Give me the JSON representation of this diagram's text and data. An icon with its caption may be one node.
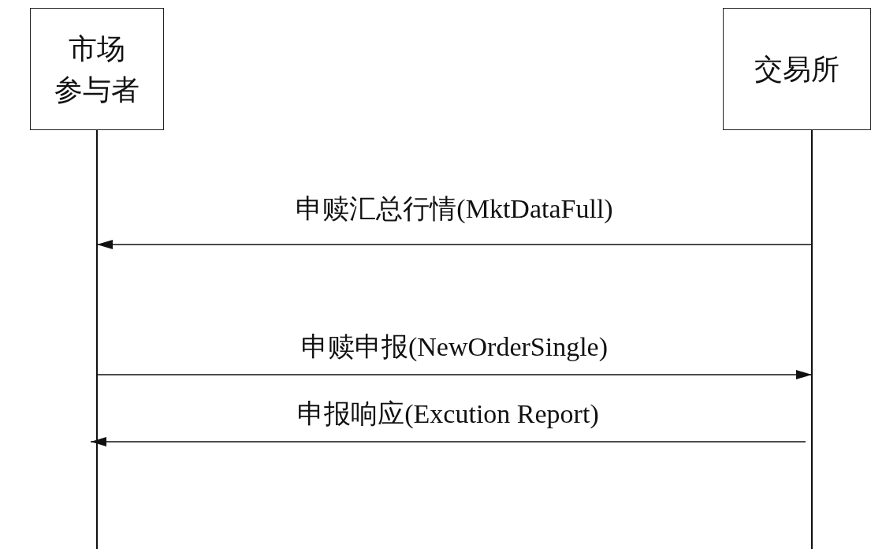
{
  "diagram": {
    "nodes": [
      {
        "text": [
          "市场参与者"
        ]
      },
      {
        "text": [
          "交易所"
        ]
      }
    ],
    "edges": [
      {
        "from": 1,
        "to": 0,
        "arrow": "to",
        "label": "申赎汇总行情(MktDataFull)"
      },
      {
        "from": 0,
        "to": 1,
        "arrow": "to",
        "label": "申赎申报(NewOrderSingle)"
      },
      {
        "from": 1,
        "to": 0,
        "arrow": "to",
        "label": "申报响应(Excution Report)"
      }
    ]
  }
}
